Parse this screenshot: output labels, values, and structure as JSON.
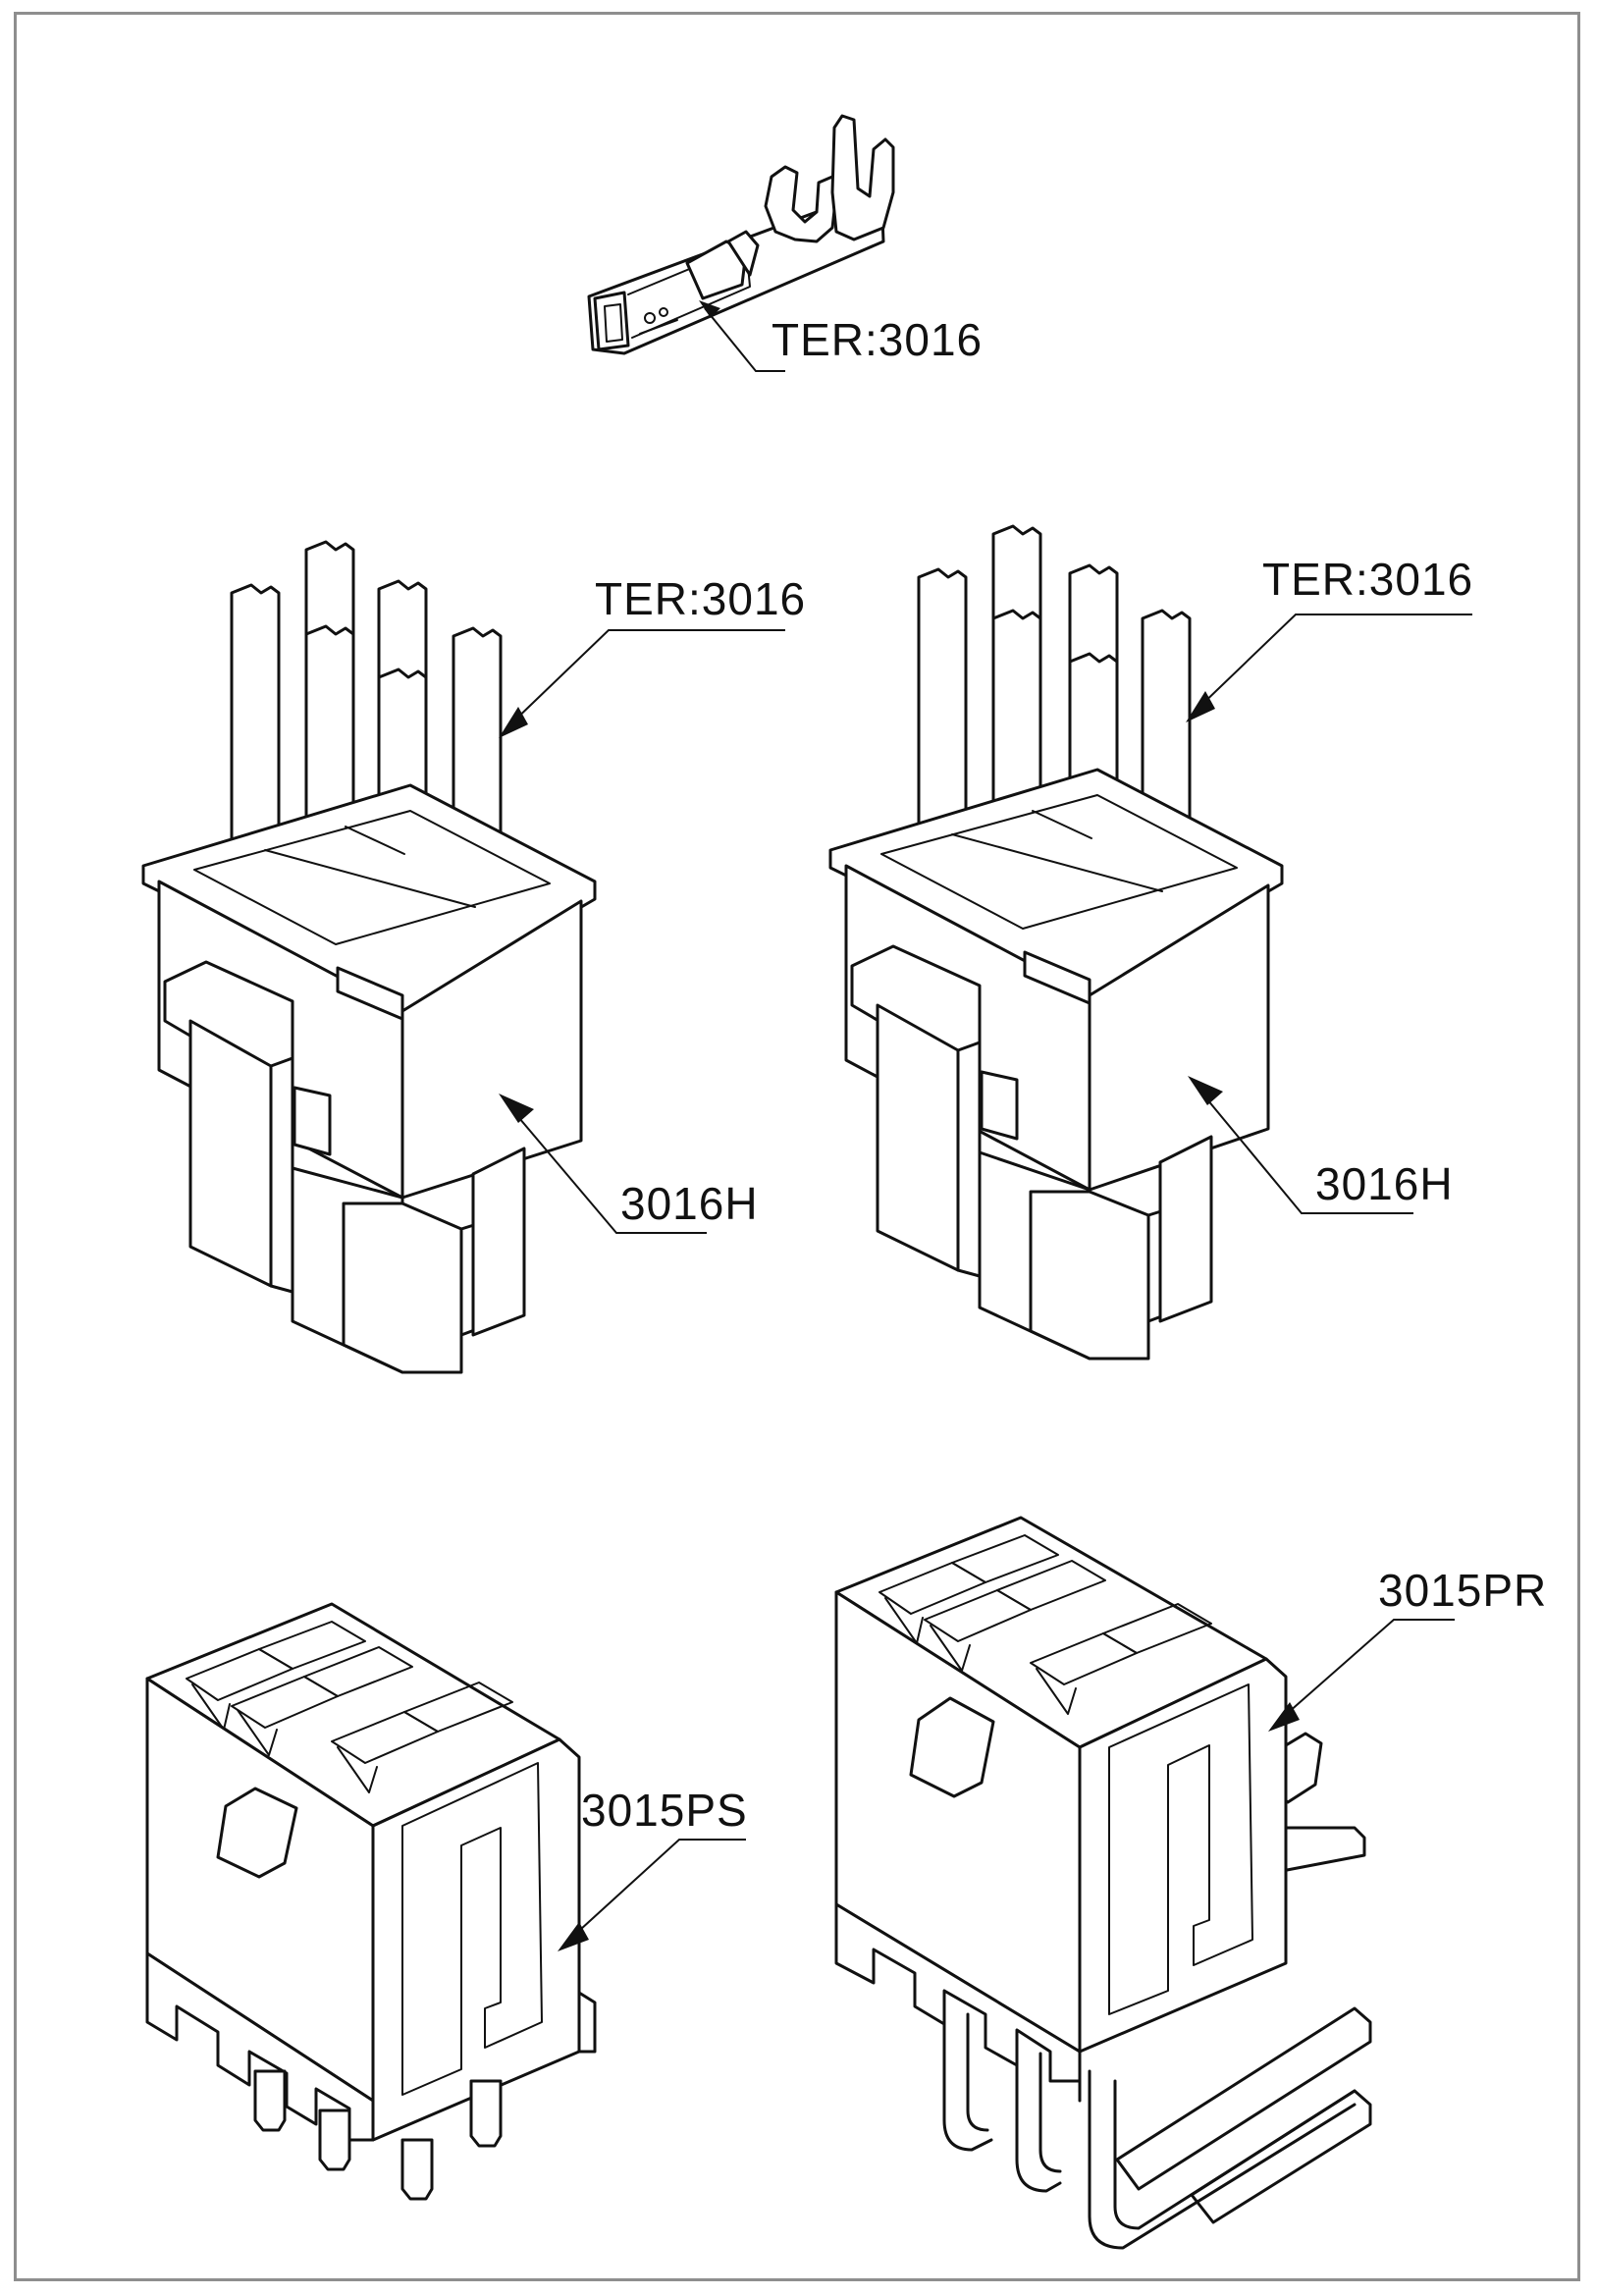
{
  "callouts": {
    "terminal": "TER:3016",
    "housing_left_terminal": "TER:3016",
    "housing_left_part": "3016H",
    "housing_right_terminal": "TER:3016",
    "housing_right_part": "3016H",
    "header_straight": "3015PS",
    "header_right_angle": "3015PR"
  },
  "colors": {
    "line": "#111111",
    "frame": "#8e8e8e",
    "background": "#ffffff"
  }
}
